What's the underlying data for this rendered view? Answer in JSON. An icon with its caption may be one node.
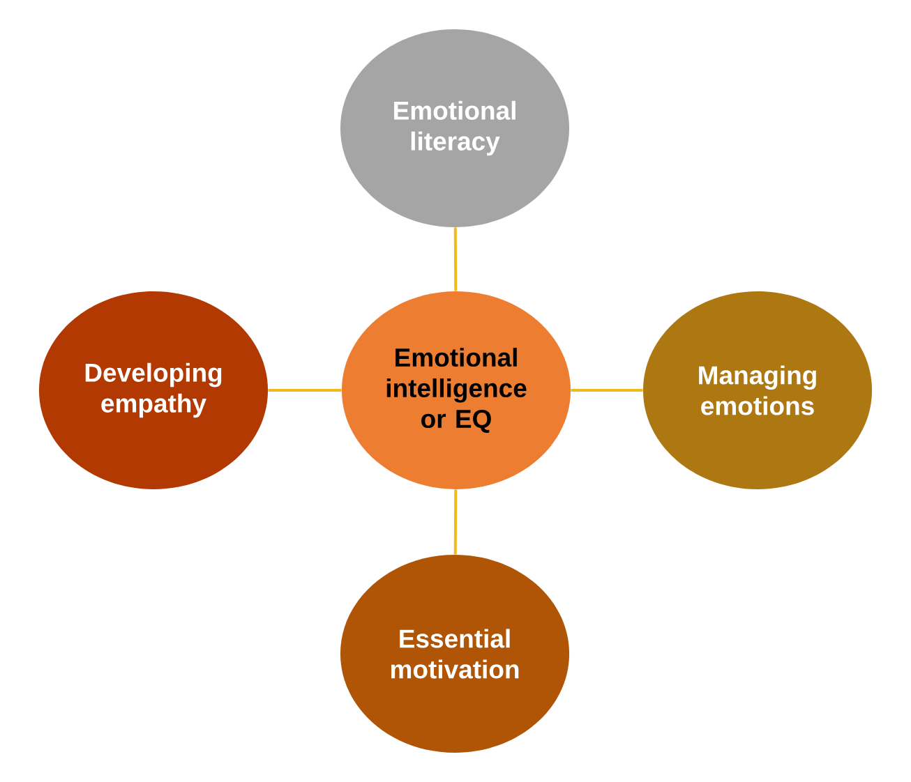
{
  "diagram": {
    "nodes": [
      {
        "text": [
          "Emotional literacy"
        ]
      },
      {
        "text": [
          "Developing empathy"
        ]
      },
      {
        "text": [
          "Emotional intelligence or EQ"
        ]
      },
      {
        "text": [
          "Managing emotions"
        ]
      },
      {
        "text": [
          "Essential motivation"
        ]
      }
    ],
    "edges": [
      {
        "from": 2,
        "to": 0,
        "arrow": "none"
      },
      {
        "from": 2,
        "to": 1,
        "arrow": "none"
      },
      {
        "from": 2,
        "to": 3,
        "arrow": "none"
      },
      {
        "from": 2,
        "to": 4,
        "arrow": "none"
      }
    ]
  }
}
